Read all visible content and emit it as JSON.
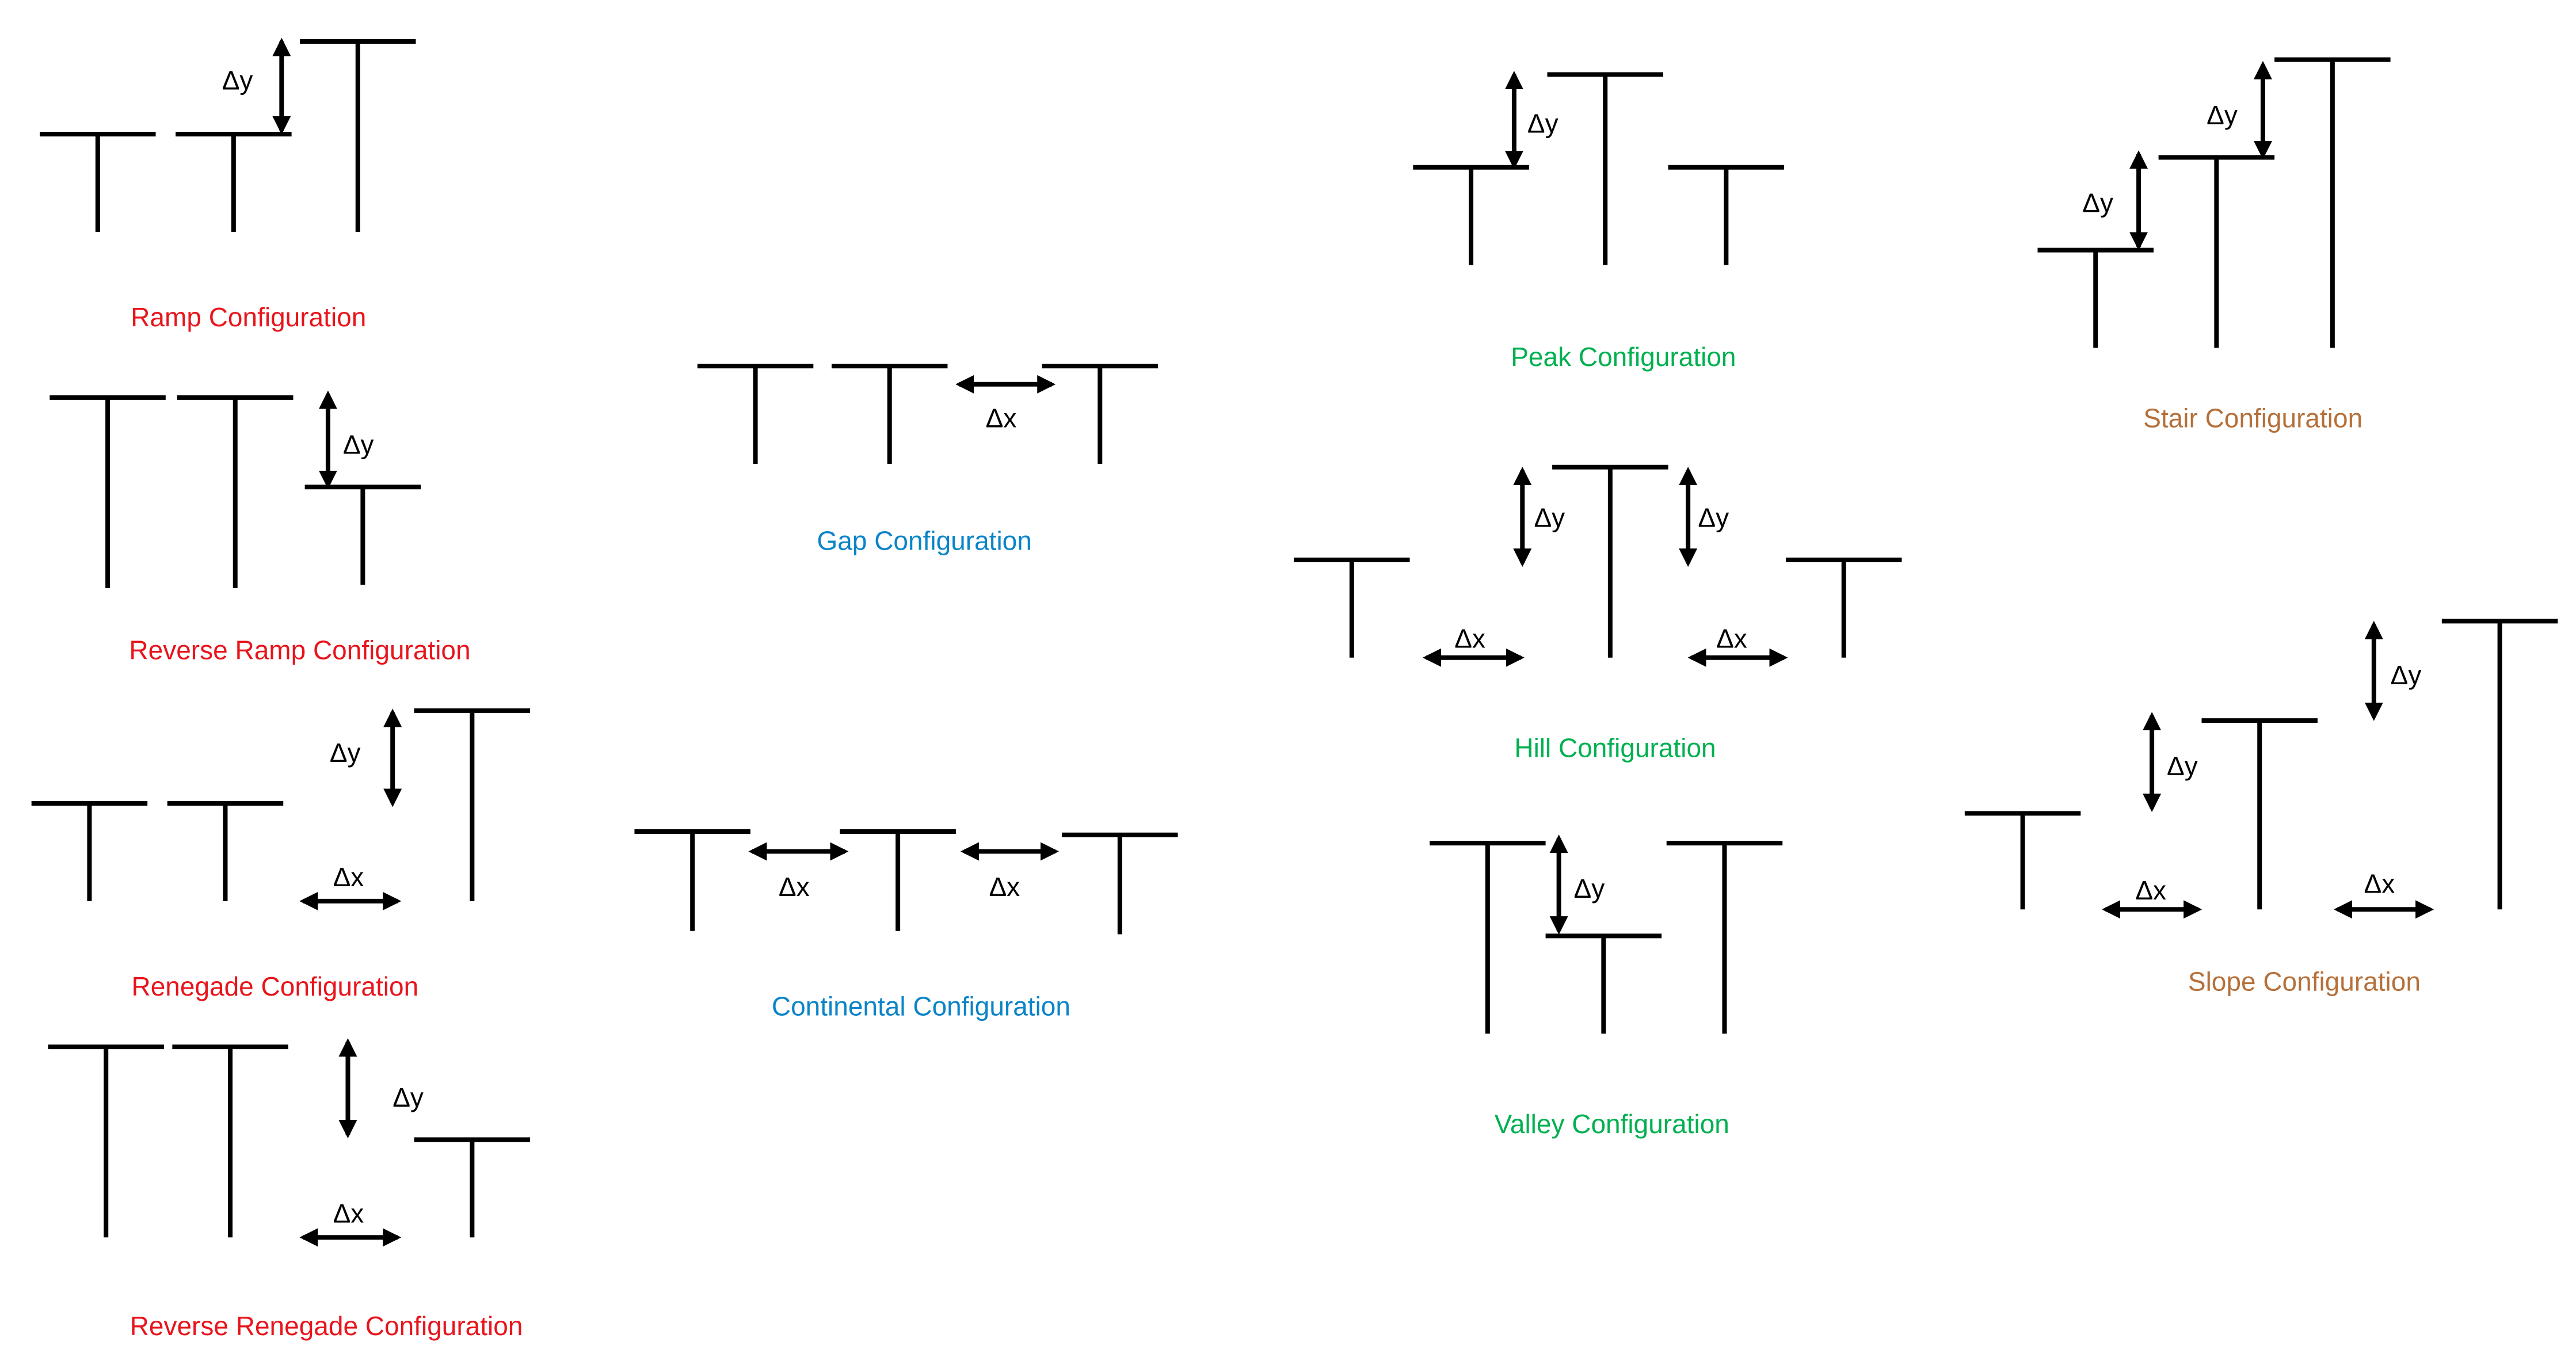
{
  "colors": {
    "red": "#e8141c",
    "blue": "#0a84c8",
    "green": "#00b050",
    "brown": "#b5703a",
    "black": "#000000"
  },
  "symbols": {
    "delta_y": "Δy",
    "delta_x": "Δx"
  },
  "configurations": [
    {
      "id": "ramp",
      "label": "Ramp Configuration",
      "color": "red"
    },
    {
      "id": "reverse-ramp",
      "label": "Reverse Ramp Configuration",
      "color": "red"
    },
    {
      "id": "renegade",
      "label": "Renegade Configuration",
      "color": "red"
    },
    {
      "id": "reverse-renegade",
      "label": "Reverse Renegade Configuration",
      "color": "red"
    },
    {
      "id": "gap",
      "label": "Gap Configuration",
      "color": "blue"
    },
    {
      "id": "continental",
      "label": "Continental Configuration",
      "color": "blue"
    },
    {
      "id": "peak",
      "label": "Peak Configuration",
      "color": "green"
    },
    {
      "id": "hill",
      "label": "Hill Configuration",
      "color": "green"
    },
    {
      "id": "valley",
      "label": "Valley Configuration",
      "color": "green"
    },
    {
      "id": "stair",
      "label": "Stair Configuration",
      "color": "brown"
    },
    {
      "id": "slope",
      "label": "Slope Configuration",
      "color": "brown"
    }
  ]
}
